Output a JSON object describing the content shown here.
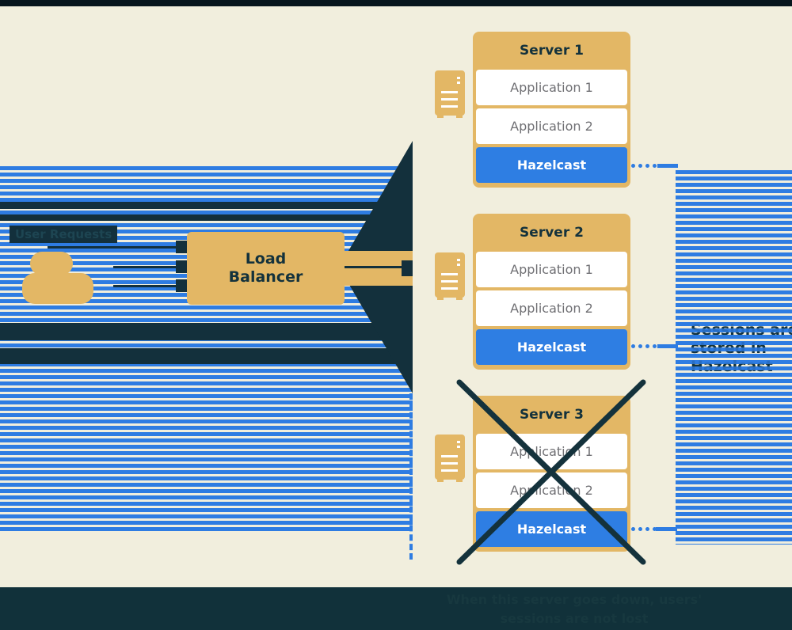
{
  "colors": {
    "background": "#f1eedd",
    "stripe_blue": "#2e7ce2",
    "gold": "#e3b765",
    "dark_teal": "#13303c",
    "hazelcast_blue": "#2e7ee3",
    "row_text_gray": "#707074",
    "white": "#ffffff"
  },
  "left": {
    "user_requests_label": "User Requests",
    "load_balancer_label": "Load Balancer"
  },
  "servers": [
    {
      "title": "Server 1",
      "rows": [
        "Application 1",
        "Application 2",
        "Hazelcast"
      ],
      "status": "up"
    },
    {
      "title": "Server 2",
      "rows": [
        "Application 1",
        "Application 2",
        "Hazelcast"
      ],
      "status": "up"
    },
    {
      "title": "Server 3",
      "rows": [
        "Application 1",
        "Application 2",
        "Hazelcast"
      ],
      "status": "failed"
    }
  ],
  "side_note": {
    "lines": [
      "Sessions are",
      "stored in",
      "Hazelcast"
    ]
  },
  "bottom_caption": {
    "lines": [
      "When this server goes down, users'",
      "sessions are not lost"
    ]
  }
}
